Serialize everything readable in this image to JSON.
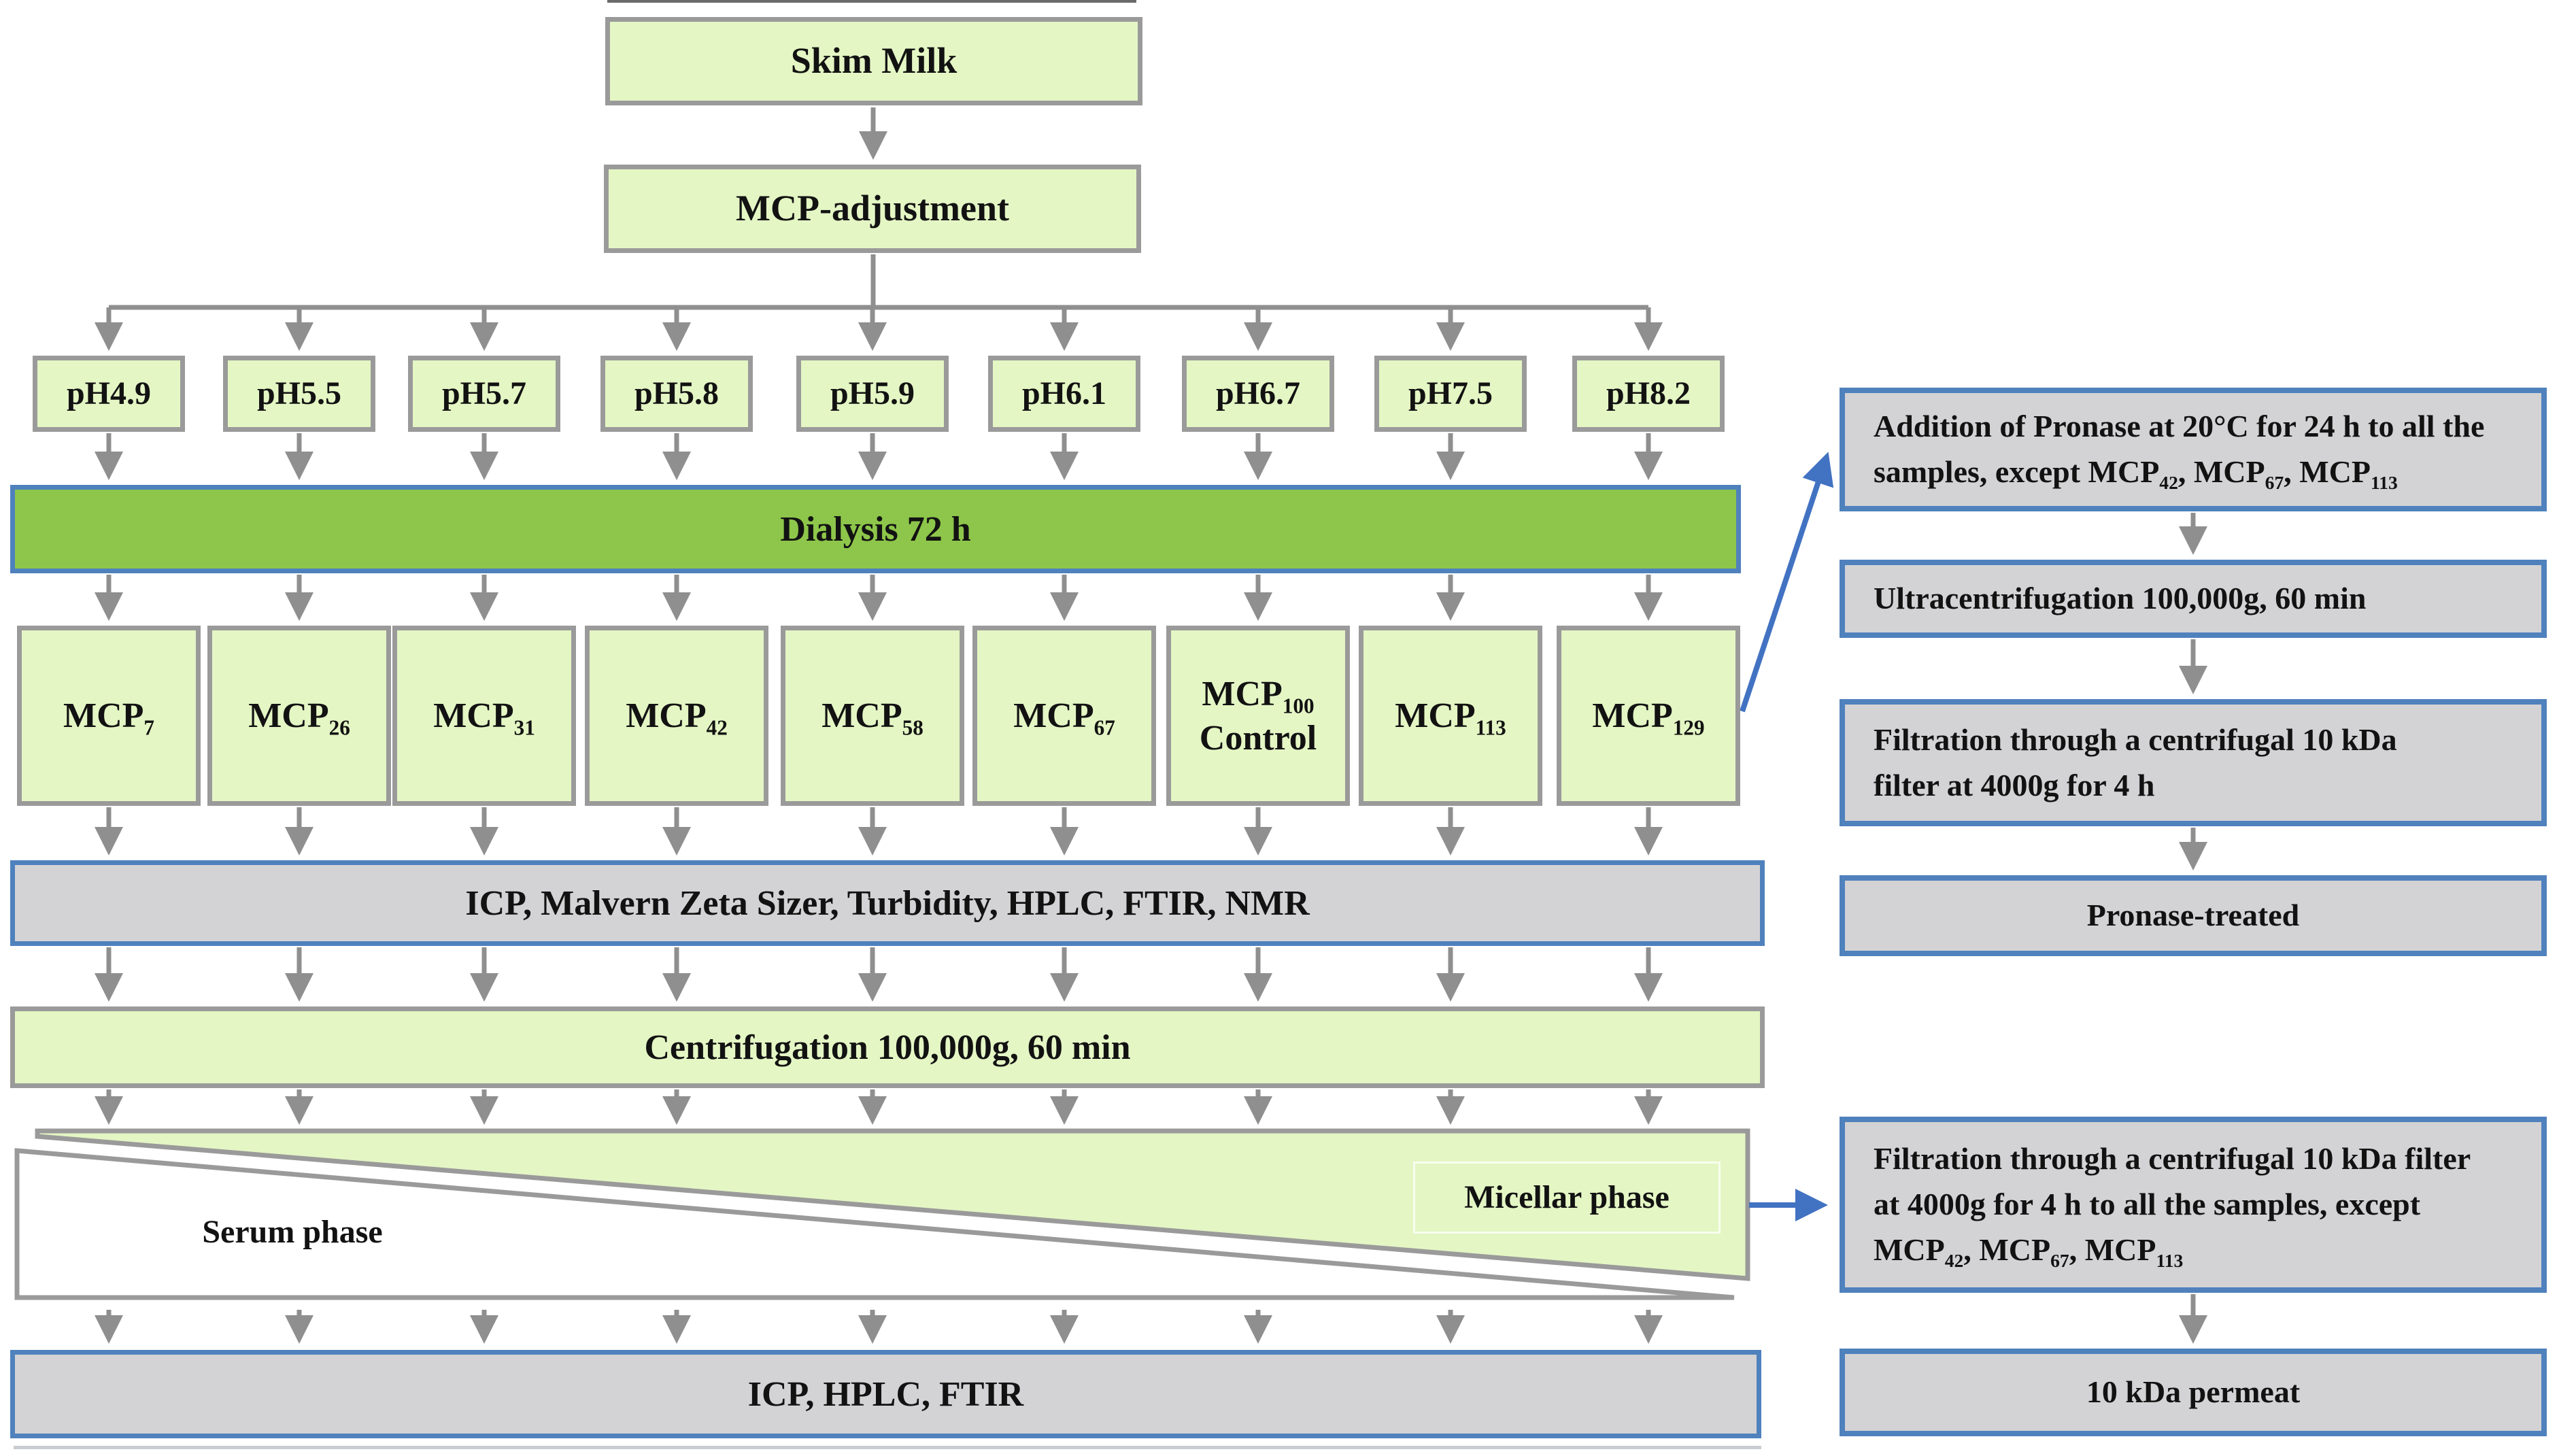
{
  "palette": {
    "light_green": "#e4f6c4",
    "dialysis_green": "#8dc64a",
    "gray_fill": "#d3d3d5",
    "gray_border": "#9a9a9a",
    "blue_border": "#4f81bd",
    "arrow_gray": "#8f8f8f",
    "arrow_blue": "#4272c2",
    "text": "#121212"
  },
  "main_flow": {
    "skim_milk": "Skim Milk",
    "mcp_adjustment": "MCP-adjustment",
    "ph_boxes": [
      "pH4.9",
      "pH5.5",
      "pH5.7",
      "pH5.8",
      "pH5.9",
      "pH6.1",
      "pH6.7",
      "pH7.5",
      "pH8.2"
    ],
    "dialysis": "Dialysis 72 h",
    "mcp_boxes": [
      [
        {
          "t": "MCP"
        },
        {
          "sub": "7"
        }
      ],
      [
        {
          "t": "MCP"
        },
        {
          "sub": "26"
        }
      ],
      [
        {
          "t": "MCP"
        },
        {
          "sub": "31"
        }
      ],
      [
        {
          "t": "MCP"
        },
        {
          "sub": "42"
        }
      ],
      [
        {
          "t": "MCP"
        },
        {
          "sub": "58"
        }
      ],
      [
        {
          "t": "MCP"
        },
        {
          "sub": "67"
        }
      ],
      [
        {
          "t": "MCP"
        },
        {
          "sub": "100"
        },
        {
          "br": true
        },
        {
          "t": "Control"
        }
      ],
      [
        {
          "t": "MCP"
        },
        {
          "sub": "113"
        }
      ],
      [
        {
          "t": "MCP"
        },
        {
          "sub": "129"
        }
      ]
    ],
    "analysis_1": "ICP, Malvern Zeta Sizer, Turbidity, HPLC, FTIR, NMR",
    "centrifugation": "Centrifugation 100,000g, 60 min",
    "serum_phase": "Serum phase",
    "micellar_phase": "Micellar phase",
    "analysis_2": "ICP, HPLC, FTIR"
  },
  "pronase_branch": {
    "addition": [
      {
        "t": "Addition of Pronase at 20°C for 24 h to all the"
      },
      {
        "br": true
      },
      {
        "t": "samples, except MCP"
      },
      {
        "sub": "42"
      },
      {
        "t": ", MCP"
      },
      {
        "sub": "67"
      },
      {
        "t": ", MCP"
      },
      {
        "sub": "113"
      }
    ],
    "ultracentrifugation": "Ultracentrifugation 100,000g, 60 min",
    "filtration_1": [
      {
        "t": "Filtration through a centrifugal 10 kDa"
      },
      {
        "br": true
      },
      {
        "t": "filter at 4000g for 4 h"
      }
    ],
    "pronase_treated": "Pronase-treated",
    "filtration_2": [
      {
        "t": "Filtration through a centrifugal 10 kDa filter"
      },
      {
        "br": true
      },
      {
        "t": "at 4000g for 4 h to all the samples, except"
      },
      {
        "br": true
      },
      {
        "t": "MCP"
      },
      {
        "sub": "42"
      },
      {
        "t": ", MCP"
      },
      {
        "sub": "67"
      },
      {
        "t": ", MCP"
      },
      {
        "sub": "113"
      }
    ],
    "permeate": "10 kDa permeat"
  }
}
